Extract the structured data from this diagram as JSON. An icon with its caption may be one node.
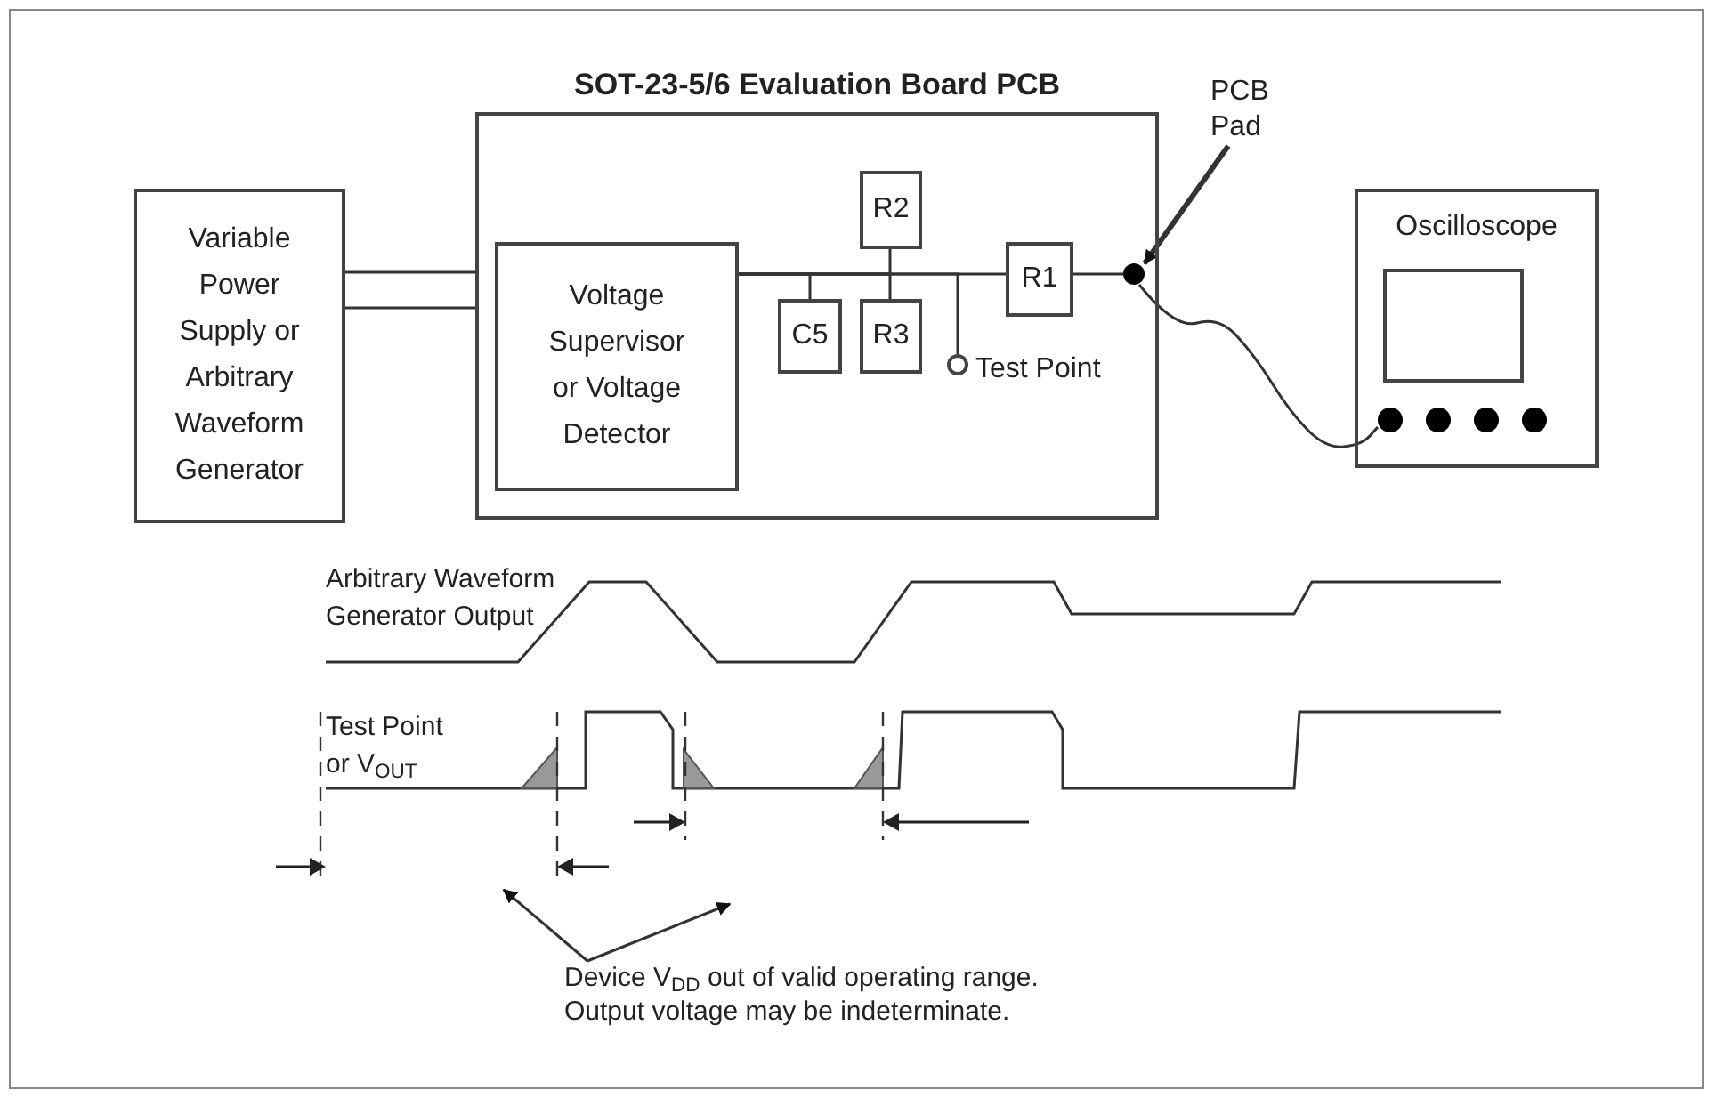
{
  "diagram": {
    "nodes": [
      {
        "text": [
          "SOT-23-5/6 Evaluation Board PCB"
        ]
      },
      {
        "text": [
          "Variable Power Supply or Arbitrary Waveform Generator"
        ]
      },
      {
        "text": [
          "Voltage Supervisor or Voltage Detector"
        ],
        "in": 0
      },
      {
        "text": [
          "R2"
        ],
        "in": 0
      },
      {
        "text": [
          "C5"
        ],
        "in": 0
      },
      {
        "text": [
          "R3"
        ],
        "in": 0
      },
      {
        "text": [
          "R1"
        ],
        "in": 0
      },
      {
        "text": [],
        "shape": "circle",
        "beside": [
          "Test Point"
        ],
        "in": 0
      },
      {
        "text": [],
        "shape": "circle",
        "in": 0
      },
      {
        "text": [
          "PCB Pad"
        ]
      },
      {
        "text": [
          "Oscilloscope"
        ]
      },
      {
        "text": [],
        "shape": "box",
        "in": 10
      },
      {
        "text": [],
        "shape": "circle",
        "in": 10
      },
      {
        "text": [],
        "shape": "circle",
        "in": 10
      },
      {
        "text": [],
        "shape": "circle",
        "in": 10
      },
      {
        "text": [],
        "shape": "circle",
        "in": 10
      },
      {
        "text": [
          "Device V$_{DD}$ out of valid operating range. Output voltage may be indeterminate."
        ]
      }
    ],
    "edges": [
      {
        "from": 1,
        "to": 0,
        "arrow": "none"
      },
      {
        "from": 1,
        "to": 0,
        "arrow": "none"
      },
      {
        "from": 2,
        "to": 4,
        "arrow": "none"
      },
      {
        "from": 2,
        "to": 3,
        "arrow": "none"
      },
      {
        "from": 2,
        "to": 5,
        "arrow": "none"
      },
      {
        "from": 2,
        "to": 7,
        "arrow": "none"
      },
      {
        "from": 2,
        "to": 6,
        "arrow": "none"
      },
      {
        "from": 6,
        "to": 8,
        "arrow": "none"
      },
      {
        "from": 9,
        "to": 8,
        "arrow": "to",
        "style": "thick"
      },
      {
        "from": 8,
        "to": 12,
        "arrow": "none"
      },
      {
        "from": 16,
        "to": null,
        "arrow": "to"
      },
      {
        "from": 16,
        "to": null,
        "arrow": "to"
      }
    ],
    "labels": [
      "Arbitrary Waveform Generator Output",
      "Test Point or V$_{OUT}$"
    ]
  }
}
